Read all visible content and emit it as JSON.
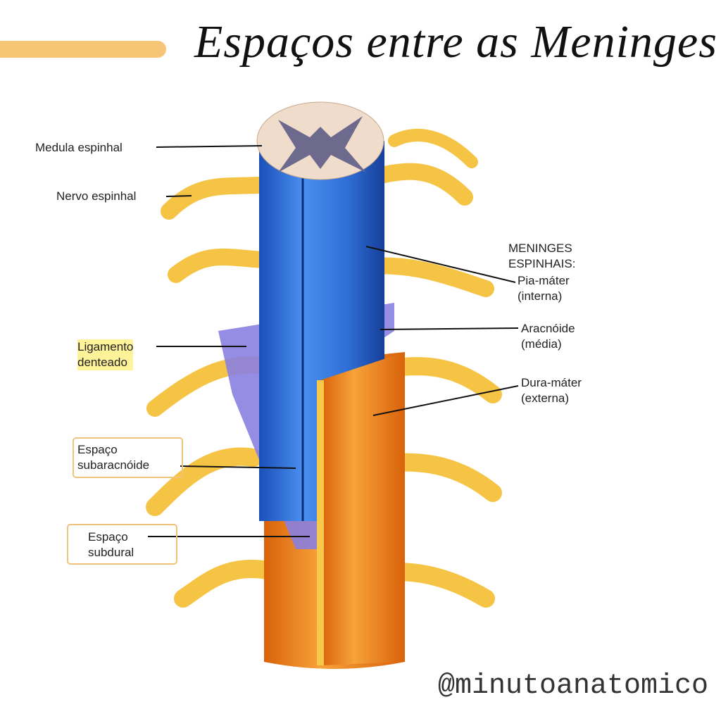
{
  "title": "Espaços entre as Meninges",
  "labels": {
    "medula": "Medula espinhal",
    "nervo": "Nervo espinhal",
    "meninges_heading_1": "MENINGES",
    "meninges_heading_2": "ESPINHAIS:",
    "pia_1": "Pia-máter",
    "pia_2": "(interna)",
    "aracnoide_1": "Aracnóide",
    "aracnoide_2": "(média)",
    "dura_1": "Dura-máter",
    "dura_2": "(externa)",
    "ligamento_1": "Ligamento",
    "ligamento_2": "denteado",
    "subaracnoide_1": "Espaço",
    "subaracnoide_2": "subaracnóide",
    "subdural_1": "Espaço",
    "subdural_2": "subdural"
  },
  "handle": "@minutoanatomico",
  "colors": {
    "accent": "#f7c576",
    "pia": "#2f6fd6",
    "arachnoid": "#8a7fe0",
    "dura": "#f08a1c",
    "nerve": "#f7c84a"
  }
}
